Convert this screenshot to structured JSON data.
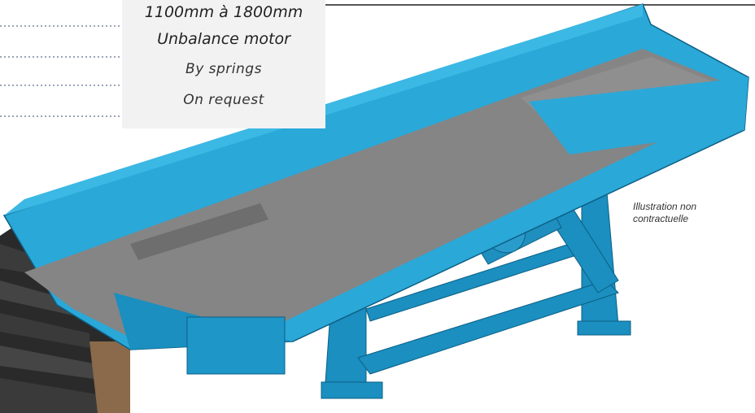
{
  "spec_table": {
    "rows": [
      "1100mm à 1800mm",
      "Unbalance motor",
      "By springs",
      "On request"
    ]
  },
  "illustration_note": {
    "line1": "Illustration non",
    "line2": "contractuelle"
  },
  "colors": {
    "machine_blue": "#2aa8d8",
    "machine_dark_blue": "#1a7fa8",
    "deck_grey": "#8a8a8a",
    "table_dots": "#1e5bb8",
    "photo_dark": "#1c1c1c"
  },
  "icons": {
    "machine": "vibrating-feeder-illustration",
    "photo": "grizzly-bars-photo"
  }
}
